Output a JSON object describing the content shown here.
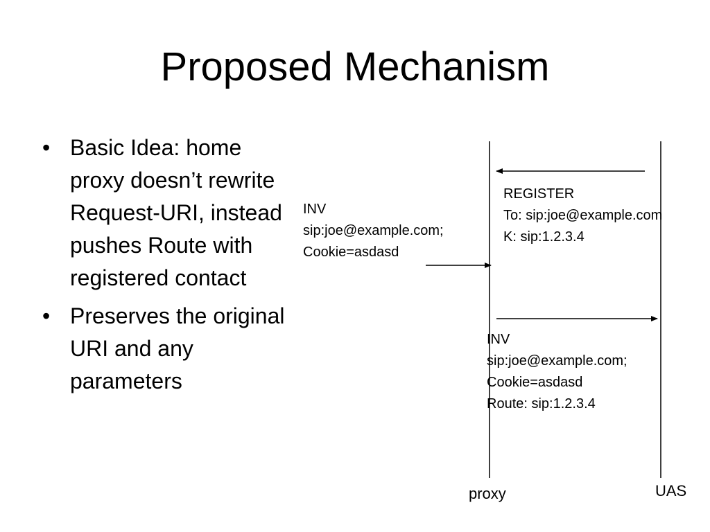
{
  "slide": {
    "title": "Proposed Mechanism",
    "bullets": [
      "Basic Idea: home proxy doesn’t rewrite Request-URI, instead pushes Route with registered contact",
      "Preserves the original URI and any parameters"
    ],
    "bullet_glyph": "•"
  },
  "diagram": {
    "nodes": {
      "proxy": "proxy",
      "uas": "UAS"
    },
    "messages": {
      "register": [
        "REGISTER",
        "To: sip:joe@example.com",
        "K: sip:1.2.3.4"
      ],
      "invite_in": [
        "INV",
        "sip:joe@example.com;",
        "Cookie=asdasd"
      ],
      "invite_out": [
        "INV",
        "sip:joe@example.com;",
        "Cookie=asdasd",
        "Route: sip:1.2.3.4"
      ]
    }
  }
}
